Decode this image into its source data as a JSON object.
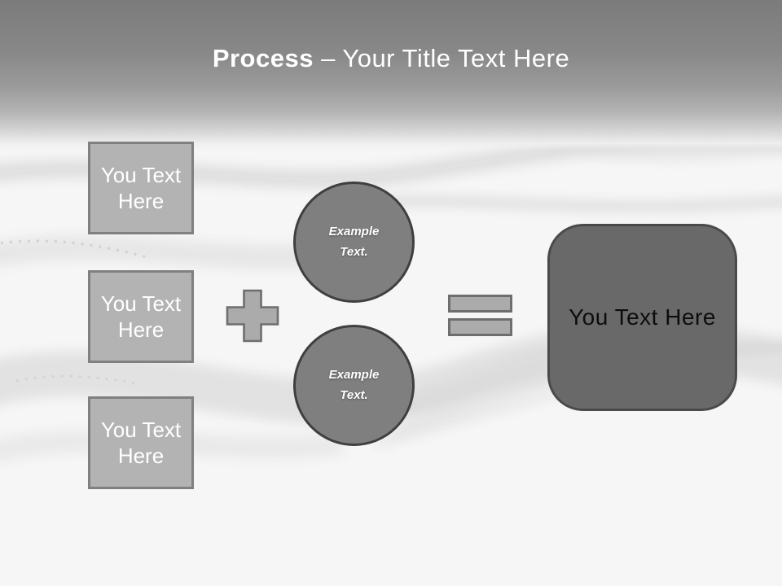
{
  "slide": {
    "title": {
      "emphasis": "Process",
      "rest": "– Your Title Text Here"
    },
    "input_boxes": [
      {
        "label": "You Text Here"
      },
      {
        "label": "You Text Here"
      },
      {
        "label": "You Text Here"
      }
    ],
    "operators": {
      "plus_icon": "plus",
      "equals_icon": "equals"
    },
    "example_circles": [
      {
        "label": "Example Text."
      },
      {
        "label": "Example Text."
      }
    ],
    "result_box": {
      "label": "You Text Here"
    },
    "colors": {
      "header_top": "#7b7b7b",
      "header_fade": "#f6f6f6",
      "title_text": "#ffffff",
      "input_box_fill": "#b3b3b3",
      "input_box_border": "#808080",
      "input_box_text": "#ffffff",
      "circle_fill": "#7f7f7f",
      "circle_border": "#3f3f3f",
      "circle_text": "#ffffff",
      "operator_fill": "#ababab",
      "operator_border": "#6e6e6e",
      "result_fill": "#696969",
      "result_border": "#4a4a4a",
      "result_text": "#0d0d0d"
    }
  }
}
